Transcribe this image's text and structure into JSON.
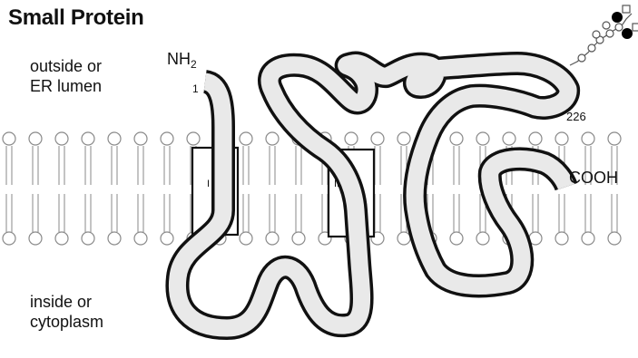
{
  "title": "Small Protein",
  "compartments": {
    "outside_line1": "outside or",
    "outside_line2": "ER lumen",
    "inside_line1": "inside or",
    "inside_line2": "cytoplasm"
  },
  "termini": {
    "n_terminus": "NH",
    "n_terminus_sub": "2",
    "c_terminus": "COOH"
  },
  "residues": {
    "start": "1",
    "end": "226"
  },
  "transmembrane_segments": [
    "I",
    "II"
  ],
  "colors": {
    "chain_outline": "#111111",
    "chain_fill": "#e9e9e9",
    "membrane": "#8a8a8a",
    "glycan_filled": "#000000",
    "glycan_open": "#ffffff"
  }
}
